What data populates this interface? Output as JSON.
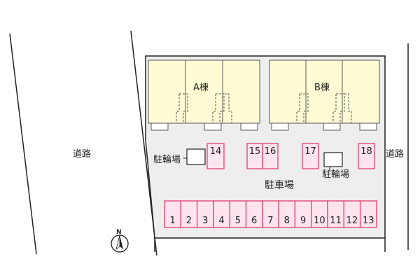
{
  "road_label": "道路",
  "parking_lot_label": "駐車場",
  "bike_parking_label": "駐輪場",
  "compass_label": "N",
  "buildings": [
    {
      "label": "A棟"
    },
    {
      "label": "B棟"
    }
  ],
  "parking_spaces_bottom": [
    "1",
    "2",
    "3",
    "4",
    "5",
    "6",
    "7",
    "8",
    "9",
    "10",
    "11",
    "12",
    "13"
  ],
  "parking_spaces_top": [
    "14",
    "15",
    "16",
    "17",
    "18"
  ],
  "colors": {
    "building_fill": "#fefcd4",
    "parking_fill": "#fde4ee",
    "parking_border": "#e0406f",
    "lot_fill": "#eeeeee",
    "line": "#222222"
  }
}
